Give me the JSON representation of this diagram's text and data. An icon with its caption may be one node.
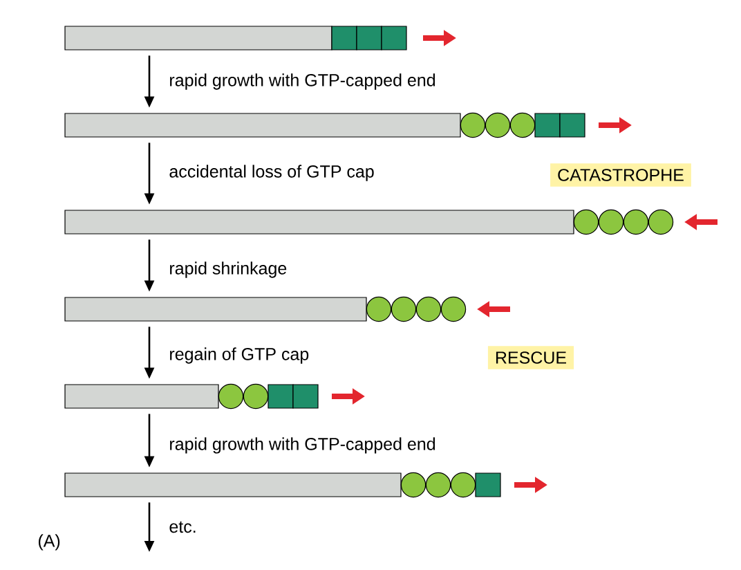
{
  "diagram": {
    "nodes": [
      {
        "text": [],
        "shape": "bar"
      },
      {
        "text": [],
        "shape": "bar"
      },
      {
        "text": [],
        "shape": "bar"
      },
      {
        "text": [],
        "shape": "bar"
      },
      {
        "text": [],
        "shape": "bar"
      },
      {
        "text": [],
        "shape": "bar"
      },
      {
        "text": [
          "CATASTROPHE"
        ]
      },
      {
        "text": [
          "RESCUE"
        ]
      }
    ],
    "edges": [
      {
        "from": 0,
        "to": 1,
        "arrow": "to",
        "label": "rapid growth with GTP-capped end"
      },
      {
        "from": 1,
        "to": 2,
        "arrow": "to",
        "label": "accidental loss of GTP cap"
      },
      {
        "from": 2,
        "to": 3,
        "arrow": "to",
        "label": "rapid shrinkage"
      },
      {
        "from": 3,
        "to": 4,
        "arrow": "to",
        "label": "regain of GTP cap"
      },
      {
        "from": 4,
        "to": 5,
        "arrow": "to",
        "label": "rapid growth with GTP-capped end"
      },
      {
        "from": 5,
        "to": null,
        "arrow": "to",
        "label": "etc."
      }
    ],
    "labels": [
      "(A)"
    ]
  }
}
